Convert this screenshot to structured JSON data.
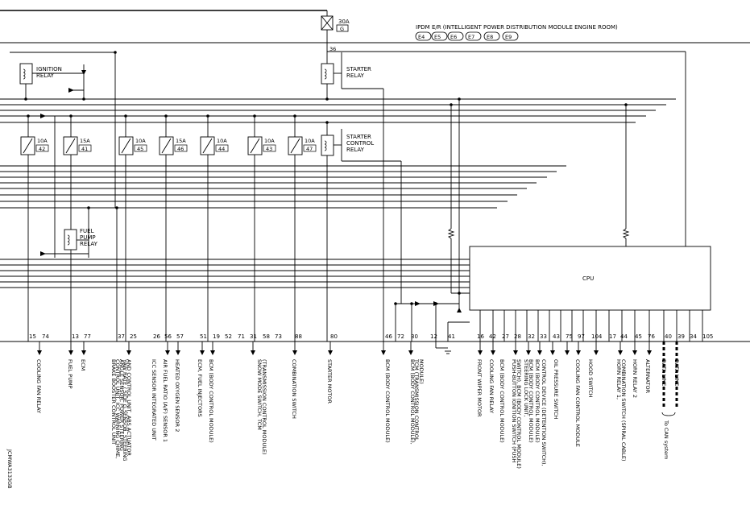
{
  "header": {
    "title": "IPDM E/R (INTELLIGENT POWER DISTRIBUTION MODULE ENGINE ROOM)",
    "connectors": [
      "E4",
      "E5",
      "E6",
      "E7",
      "E8",
      "E9"
    ]
  },
  "main_fuse": {
    "rating": "30A",
    "code": "G",
    "terminal": "36"
  },
  "relays": {
    "ignition": [
      "IGNITION",
      "RELAY"
    ],
    "starter": [
      "STARTER",
      "RELAY"
    ],
    "starter_control": [
      "STARTER",
      "CONTROL",
      "RELAY"
    ],
    "fuel_pump": [
      "FUEL",
      "PUMP",
      "RELAY"
    ]
  },
  "fuses": [
    {
      "rating": "10A",
      "number": "42"
    },
    {
      "rating": "15A",
      "number": "41"
    },
    {
      "rating": "10A",
      "number": "45"
    },
    {
      "rating": "15A",
      "number": "46"
    },
    {
      "rating": "10A",
      "number": "44"
    },
    {
      "rating": "10A",
      "number": "43"
    },
    {
      "rating": "10A",
      "number": "47"
    }
  ],
  "cpu_label": "CPU",
  "pins": [
    "15",
    "74",
    "13",
    "77",
    "37",
    "25",
    "26",
    "56",
    "57",
    "51",
    "19",
    "52",
    "71",
    "31",
    "58",
    "73",
    "88",
    "80",
    "46",
    "72",
    "30",
    "12",
    "41",
    "16",
    "42",
    "27",
    "28",
    "32",
    "33",
    "43",
    "75",
    "97",
    "104",
    "17",
    "44",
    "45",
    "76",
    "40",
    "39",
    "34",
    "105"
  ],
  "outputs": [
    {
      "id": "cooling-fan-relay",
      "text": "COOLING FAN RELAY"
    },
    {
      "id": "fuel-pump",
      "text": "FUEL PUMP"
    },
    {
      "id": "ecm",
      "text": "ECM"
    },
    {
      "id": "brake-booster",
      "text": "BRAKE BOOSTER CONTROL UNIT"
    },
    {
      "id": "control-unit-icc",
      "text": "CONTROL UNIT, ICC WARNING CHIME,"
    },
    {
      "id": "angle-sensor",
      "text": "ANGLE SENSOR, POWER STEERING"
    },
    {
      "id": "yaw-rate",
      "text": "YAW RATE / SIDE G SENSOR, STEERING"
    },
    {
      "id": "abs-actuator",
      "text": "AND CONTROL UNIT, ABS ACTUATOR"
    },
    {
      "id": "icc-sensor",
      "text": "ICC SENSOR INTEGRATED UNIT"
    },
    {
      "id": "af-sensor",
      "text": "AIR FUEL RATIO (A/F) SENSOR 1"
    },
    {
      "id": "heated-oxygen",
      "text": "HEATED OXYGEN SENSOR 2"
    },
    {
      "id": "ecm-fuel-injectors",
      "text": "ECM, FUEL INJECTORS"
    },
    {
      "id": "bcm-1",
      "text": "BCM (BODY CONTROL MODULE)"
    },
    {
      "id": "snow-mode",
      "text": "SNOW MODE SWITCH, TCM"
    },
    {
      "id": "tcm-1",
      "text": "(TRANSMISSION CONTROL MODULE)"
    },
    {
      "id": "combination-switch",
      "text": "COMBINATION SWITCH"
    },
    {
      "id": "starter-motor",
      "text": "STARTER MOTOR"
    },
    {
      "id": "bcm-2",
      "text": "BCM (BODY CONTROL MODULE)"
    },
    {
      "id": "bcm-tcm-a",
      "text": "BCM (BODY CONTROL MODULE),"
    },
    {
      "id": "bcm-tcm-b",
      "text": "TCM (TRANSMISSION CONTROL"
    },
    {
      "id": "bcm-tcm-c",
      "text": "MODULE)"
    },
    {
      "id": "front-wiper",
      "text": "FRONT WIPER MOTOR"
    },
    {
      "id": "cooling-fan-relay-2",
      "text": "COOLING FAN RELAY"
    },
    {
      "id": "bcm-3",
      "text": "BCM (BODY CONTROL MODULE)"
    },
    {
      "id": "push-button-a",
      "text": "PUSH-BUTTON IGNITION SWITCH (PUSH"
    },
    {
      "id": "push-button-b",
      "text": "SWITCH), BCM (BODY CONTROL MODULE)"
    },
    {
      "id": "steering-lock-a",
      "text": "STEERING LOCK UNIT,"
    },
    {
      "id": "steering-lock-b",
      "text": "BCM (BODY CONTROL MODULE)"
    },
    {
      "id": "bcm-4",
      "text": "BCM (BODY CONTROL MODULE)"
    },
    {
      "id": "control-device",
      "text": "CONTROL DEVICE (DETENTION SWITCH),"
    },
    {
      "id": "oil-pressure",
      "text": "OIL PRESSURE SWITCH"
    },
    {
      "id": "cooling-fan-control",
      "text": "COOLING FAN CONTROL MODULE"
    },
    {
      "id": "hood-switch",
      "text": "HOOD SWITCH"
    },
    {
      "id": "horn-relay-1a",
      "text": "HORN RELAY 1,"
    },
    {
      "id": "horn-relay-1b",
      "text": "COMBINATION SWITCH (SPIRAL CABLE)"
    },
    {
      "id": "horn-relay-2",
      "text": "HORN RELAY 2"
    },
    {
      "id": "alternator",
      "text": "ALTERNATOR"
    },
    {
      "id": "data-line-1",
      "text": "DATA LINE"
    },
    {
      "id": "data-line-2",
      "text": "DATA LINE"
    },
    {
      "id": "to-can",
      "text": "To CAN system"
    }
  ],
  "figure_code": "JCMWA3133GB"
}
